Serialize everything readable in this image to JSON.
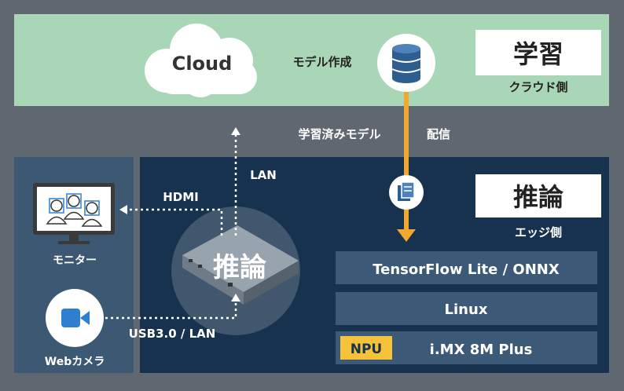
{
  "cloud_zone": {
    "cloud_label": "Cloud",
    "model_creation": "モデル作成",
    "title": "学習",
    "subtitle": "クラウド側"
  },
  "transfer": {
    "trained_model": "学習済みモデル",
    "distribution": "配信"
  },
  "edge_zone": {
    "title": "推論",
    "subtitle": "エッジ側",
    "device_label": "推論"
  },
  "connections": {
    "hdmi": "HDMI",
    "lan": "LAN",
    "usb": "USB3.0 / LAN"
  },
  "peripherals": {
    "monitor": "モニター",
    "webcam": "Webカメラ"
  },
  "stack": {
    "framework": "TensorFlow Lite / ONNX",
    "os": "Linux",
    "npu_badge": "NPU",
    "soc": "i.MX 8M Plus"
  },
  "icons": {
    "database": "database-icon",
    "document": "document-icon",
    "camera": "video-camera-icon",
    "monitor": "monitor-icon",
    "device": "edge-device-icon"
  },
  "colors": {
    "background": "#5f6770",
    "cloud_zone": "#a9d6b6",
    "edge_zone": "#17324f",
    "peripheral_zone": "#3c5873",
    "stack_bar": "#3c5a78",
    "arrow": "#f0a830",
    "npu_badge": "#f5c23a",
    "icon_blue": "#2e5d8f"
  }
}
